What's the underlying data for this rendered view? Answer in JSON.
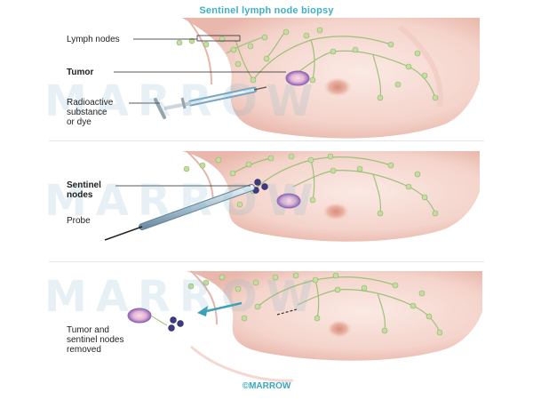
{
  "title": "Sentinel lymph node biopsy",
  "watermark": "MARROW",
  "panel1": {
    "lymph_nodes": "Lymph nodes",
    "tumor": "Tumor",
    "injection": "Radioactive\nsubstance\nor dye"
  },
  "panel2": {
    "sentinel": "Sentinel\nnodes",
    "probe": "Probe"
  },
  "panel3": {
    "removed": "Tumor and\nsentinel nodes\nremoved"
  },
  "credit": "©MARROW",
  "colors": {
    "title": "#3fb0c8",
    "skin": "#f7ddd6",
    "skin_edge": "#e7b6ab",
    "vessel": "#9ec07a",
    "node": "#c3de9f",
    "tumor": "#b58ad0",
    "nodes_sentinel": "#3d3b86",
    "arrow": "#3a9fb8"
  }
}
